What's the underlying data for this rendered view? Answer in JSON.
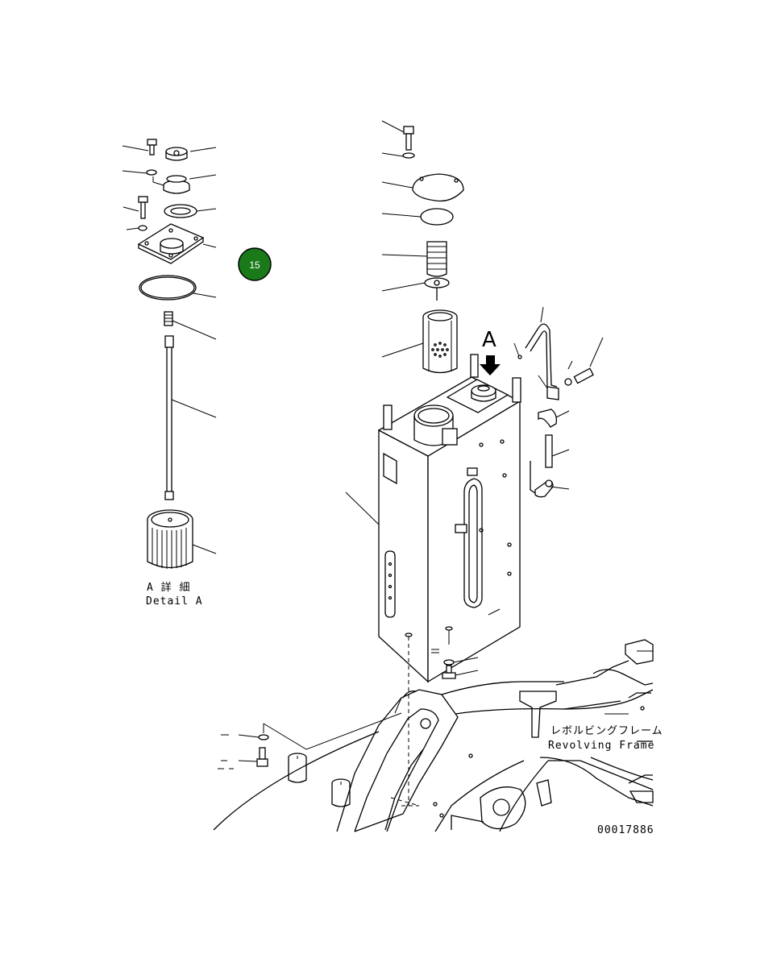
{
  "detail": {
    "view_letter": "A",
    "caption_jp": "A 詳 細",
    "caption_en": "Detail A"
  },
  "frame_label": {
    "jp": "レボルビングフレーム",
    "en": "Revolving Frame"
  },
  "drawing_number": "00017886",
  "callout": {
    "number": "15",
    "color": "#1a7a1a"
  }
}
